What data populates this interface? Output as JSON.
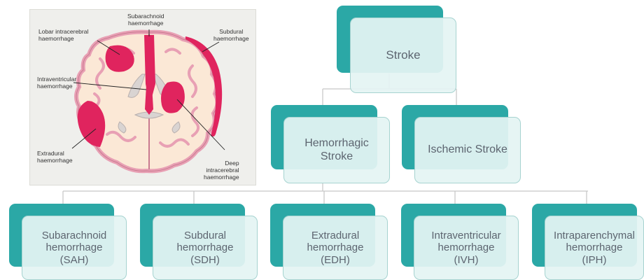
{
  "diagram": {
    "root": {
      "label": "Stroke"
    },
    "level1": [
      {
        "id": "hemorrhagic",
        "line1": "Hemorrhagic",
        "line2": "Stroke"
      },
      {
        "id": "ischemic",
        "line1": "Ischemic Stroke"
      }
    ],
    "level2": [
      {
        "id": "sah",
        "line1": "Subarachnoid",
        "line2": "hemorrhage",
        "line3": "(SAH)"
      },
      {
        "id": "sdh",
        "line1": "Subdural",
        "line2": "hemorrhage",
        "line3": "(SDH)"
      },
      {
        "id": "edh",
        "line1": "Extradural",
        "line2": "hemorrhage",
        "line3": "(EDH)"
      },
      {
        "id": "ivh",
        "line1": "Intraventricular",
        "line2": "hemorrhage",
        "line3": "(IVH)"
      },
      {
        "id": "iph",
        "line1": "Intraparenchymal",
        "line2": "hemorrhage",
        "line3": "(IPH)"
      }
    ],
    "colors": {
      "box_back": "#2ba8a6",
      "box_front": "#e4f4f3",
      "text": "#5d6570",
      "lines": "#c8c8c8"
    }
  },
  "illustration": {
    "labels": {
      "subarachnoid": {
        "line1": "Subarachnoid",
        "line2": "haemorrhage"
      },
      "lobar": {
        "line1": "Lobar intracerebral",
        "line2": "haemorrhage"
      },
      "subdural": {
        "line1": "Subdural",
        "line2": "haemorrhage"
      },
      "intraventricular": {
        "line1": "Intraventricular",
        "line2": "haemorrhage"
      },
      "extradural": {
        "line1": "Extradural",
        "line2": "haemorrhage"
      },
      "deep": {
        "line1": "Deep",
        "line2": "intracerebral",
        "line3": "haemorrhage"
      }
    },
    "colors": {
      "bleed": "#e0245e",
      "tissue_outline": "#e8a0b4",
      "tissue_fill": "#fbe8d6",
      "ventricle": "#d9d4d2"
    }
  }
}
